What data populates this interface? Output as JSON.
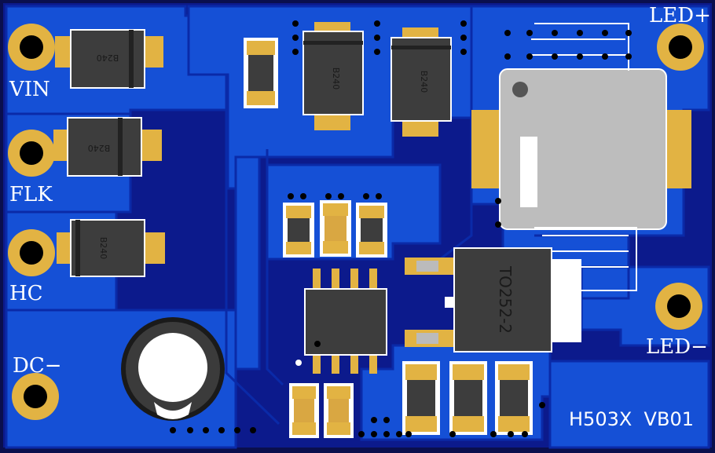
{
  "colors": {
    "board": "#0c1a8c",
    "copper": "#1550d6",
    "copper_edge": "#0a2aa8",
    "pad_gold": "#e2b343",
    "component_body": "#3d3d3d",
    "inductor": "#bdbdbd",
    "silk": "#ffffff"
  },
  "labels": {
    "vin": "VIN",
    "flk": "FLK",
    "hc": "HC",
    "dc_minus": "DC−",
    "led_plus": "LED+",
    "led_minus": "LED−",
    "board_id": "H503X  VB01"
  },
  "parts": {
    "diode_left_1": "B240",
    "diode_left_2": "B240",
    "diode_left_3": "B240",
    "diode_top_1": "B240",
    "diode_top_2": "B240",
    "mosfet": "TO252-2"
  },
  "icons": {
    "terminal": "through-hole-pad",
    "capacitor": "electrolytic-capacitor",
    "inductor": "power-inductor",
    "ic": "soic-8-ic"
  }
}
